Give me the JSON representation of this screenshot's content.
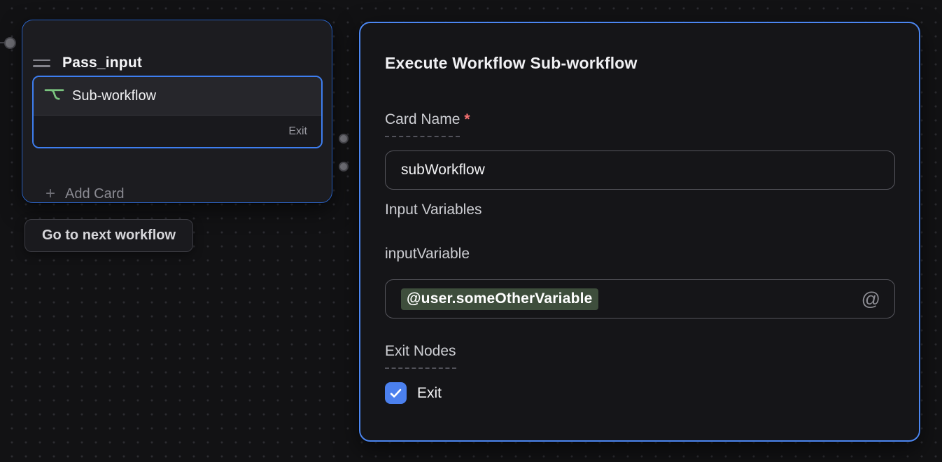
{
  "node": {
    "title": "Pass_input",
    "card": {
      "label": "Sub-workflow",
      "exit_label": "Exit"
    },
    "add_card": {
      "plus": "+",
      "label": "Add Card"
    }
  },
  "goto_node": {
    "label": "Go to next workflow"
  },
  "panel": {
    "title": "Execute Workflow Sub-workflow",
    "card_name": {
      "label": "Card Name",
      "required_marker": "*",
      "value": "subWorkflow"
    },
    "input_variables_label": "Input Variables",
    "input_variable": {
      "label": "inputVariable",
      "token_value": "@user.someOtherVariable",
      "at_glyph": "@"
    },
    "exit_nodes": {
      "label": "Exit Nodes",
      "checkbox_label": "Exit",
      "checkbox_checked": true
    }
  },
  "colors": {
    "canvas_bg": "#121214",
    "panel_border_blue": "#4c86f0",
    "node_border_blue": "#2c63c4",
    "inner_card_border_blue": "#3e7ef0",
    "token_green_bg": "#3e4e3c",
    "checkbox_blue": "#4b80ee",
    "required_red": "#f87171",
    "subflow_icon_green": "#7bc47f"
  }
}
